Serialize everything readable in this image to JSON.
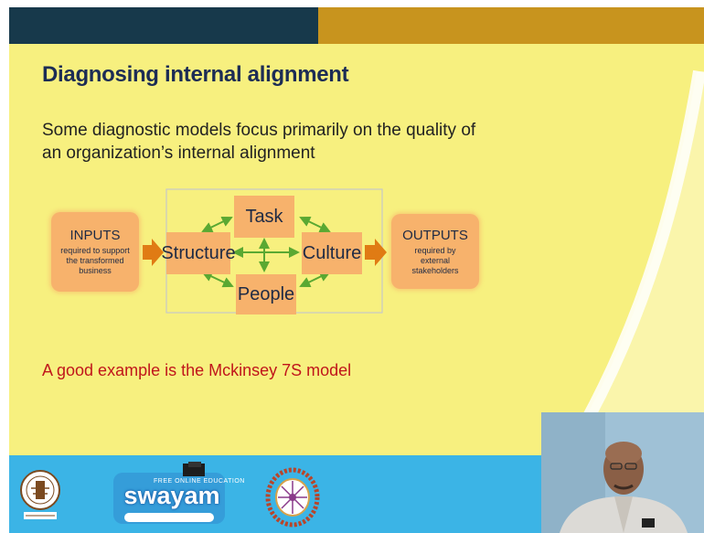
{
  "slide": {
    "title": "Diagnosing internal alignment",
    "subtitle": "Some diagnostic models focus primarily on the quality of an organization’s internal alignment",
    "example": "A good example is the Mckinsey 7S model"
  },
  "diagram": {
    "inputs": {
      "title": "INPUTS",
      "sub": "required to support the transformed business"
    },
    "outputs": {
      "title": "OUTPUTS",
      "sub": "required by external stakeholders"
    },
    "nodes": {
      "task": "Task",
      "structure": "Structure",
      "culture": "Culture",
      "people": "People"
    }
  },
  "footer": {
    "swayam_tagline": "FREE ONLINE EDUCATION",
    "swayam_word": "swayam"
  },
  "colors": {
    "top_left": "#17394b",
    "top_right": "#c8941e",
    "slide_bg": "#f7f07f",
    "box_fill": "#f7b26c",
    "arrow_green": "#5aa832",
    "arrow_orange": "#e07b14",
    "example_text": "#c0161b",
    "footer_blue": "#3bb4e6"
  },
  "icons": [
    "iit-kharagpur-logo-icon",
    "swayam-logo-icon",
    "nptel-logo-icon",
    "presenter-video-feed"
  ]
}
